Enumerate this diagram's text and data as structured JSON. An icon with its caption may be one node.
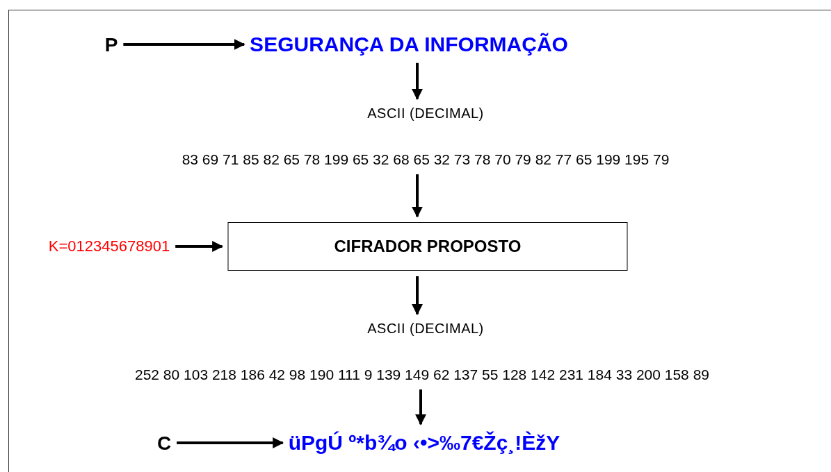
{
  "diagram": {
    "nodes": [
      {
        "text": [
          "P"
        ]
      },
      {
        "text": [
          "SEGURANÇA DA INFORMAÇÃO"
        ]
      },
      {
        "text": [
          "ASCII (DECIMAL)"
        ]
      },
      {
        "text": [
          "83 69 71 85 82 65 78 199 65 32 68 65 32 73 78 70 79 82 77 65 199 195 79"
        ]
      },
      {
        "text": [
          "K=012345678901"
        ]
      },
      {
        "text": [
          "CIFRADOR PROPOSTO"
        ]
      },
      {
        "text": [
          "ASCII (DECIMAL)"
        ]
      },
      {
        "text": [
          "252 80 103 218 186 42 98 190 111 9 139 149 62 137 55 128 142 231 184 33 200 158 89"
        ]
      },
      {
        "text": [
          "C"
        ]
      },
      {
        "text": [
          "üPgÚ º*b¾o ‹•>‰7€Žç¸!ÈžY"
        ]
      }
    ],
    "edges": [
      {
        "from": 0,
        "to": 1,
        "arrow": "to"
      },
      {
        "from": 1,
        "to": 2,
        "arrow": "to"
      },
      {
        "from": 3,
        "to": 5,
        "arrow": "to"
      },
      {
        "from": 4,
        "to": 5,
        "arrow": "to"
      },
      {
        "from": 5,
        "to": 6,
        "arrow": "to"
      },
      {
        "from": 7,
        "to": 9,
        "arrow": "to"
      },
      {
        "from": 8,
        "to": 9,
        "arrow": "to"
      }
    ]
  }
}
